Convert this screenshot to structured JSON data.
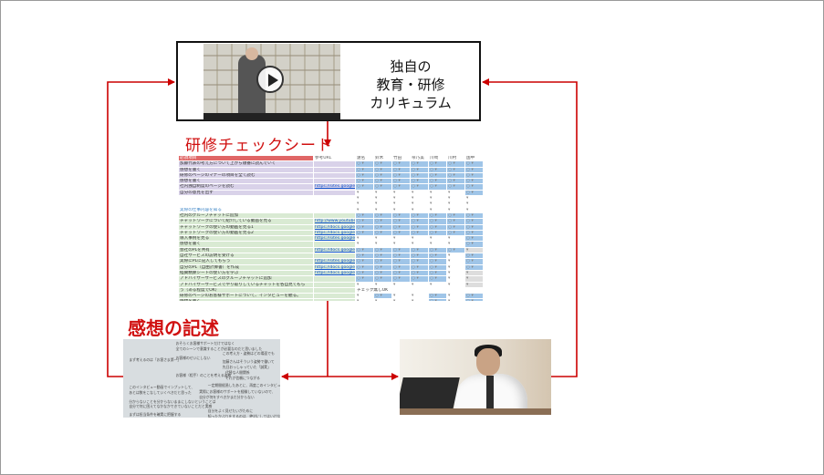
{
  "top_box": {
    "title_lines": [
      "独自の",
      "教育・研修",
      "カリキュラム"
    ],
    "video_icon": "play-icon"
  },
  "sheet": {
    "label": "研修チェックシート",
    "headers": [
      "必須項目",
      "参考URL",
      "遠名",
      "鈴木",
      "竹田",
      "琴乃美",
      "川崎",
      "川村",
      "国中"
    ],
    "rows": [
      {
        "item": "加藤代表の考え方について上から順番に読んでいく",
        "url": "",
        "cat": "p",
        "marks": "bbbbbbb"
      },
      {
        "item": "感想を書く",
        "url": "",
        "cat": "p",
        "marks": "bbbbbbb"
      },
      {
        "item": "研修のページのマナーの項目を全て読む",
        "url": "",
        "cat": "p",
        "marks": "bbbbbbb"
      },
      {
        "item": "感想を書く",
        "url": "",
        "cat": "p",
        "marks": "bbbbbbb"
      },
      {
        "item": "社内独自制度のページを読む",
        "url": "https://sites.google.c",
        "cat": "p",
        "marks": "bbbbbbb"
      },
      {
        "item": "自分の意見を出す",
        "url": "",
        "cat": "p",
        "marks": "wwwwwwb"
      },
      {
        "item": "",
        "url": "",
        "cat": "w",
        "marks": "wwwwwww"
      },
      {
        "item": "",
        "url": "",
        "cat": "w",
        "marks": "wwwwwww"
      },
      {
        "item": "実際の仕事内容を知る",
        "url": "",
        "cat": "w",
        "marks": "wwwwwww"
      },
      {
        "item": "社内のグループチャットに追加",
        "url": "",
        "cat": "g",
        "marks": "bbbbbbb"
      },
      {
        "item": "チャットワークについて紹介している動画を見る",
        "url": "http://www.youtube.c",
        "cat": "g",
        "marks": "bbbbbbb"
      },
      {
        "item": "チャットワークの使い方の動画を見る1",
        "url": "https://docs.google.c",
        "cat": "g",
        "marks": "bbbbbbb"
      },
      {
        "item": "チャットワークの使い方の動画を見る2",
        "url": "https://docs.google.c",
        "cat": "g",
        "marks": "bbbbbbb"
      },
      {
        "item": "導入事例を見る",
        "url": "https://sites.google.c",
        "cat": "g",
        "marks": "wwwwwwb"
      },
      {
        "item": "感想を書く",
        "url": "",
        "cat": "g",
        "marks": "wwwwwwb"
      },
      {
        "item": "会社のPLを共有",
        "url": "https://docs.google.c",
        "cat": "g",
        "marks": "bbbbbbx"
      },
      {
        "item": "自社サービスの説明を受ける",
        "url": "",
        "cat": "g",
        "marks": "bbbbbwb"
      },
      {
        "item": "実際にPLに記入してもらう",
        "url": "https://sites.google.c",
        "cat": "g",
        "marks": "bbbbbwb"
      },
      {
        "item": "自分のPL（自由計算書）を作成",
        "url": "https://docs.google.c",
        "cat": "g",
        "marks": "bbbbbwb"
      },
      {
        "item": "経費精算シートの使い方を学ぶ",
        "url": "https://docs.google.c",
        "cat": "g",
        "marks": "bbbbbwx"
      },
      {
        "item": "アドバイザーサービスのグループチャットに追加",
        "url": "",
        "cat": "g",
        "marks": "bbbbbwx"
      },
      {
        "item": "アドバイザーサービスでやり取りしているチャットを各自見てもら",
        "url": "",
        "cat": "g",
        "marks": "wwwwwwx"
      },
      {
        "item": "う（ある程度でOK）",
        "url": "",
        "cat": "g",
        "marks": "wwwwwwx",
        "note": "チェック無しOK"
      },
      {
        "item": "研修のページのお客様サポートについて、インタビューを観る。",
        "url": "",
        "cat": "g",
        "marks": "wbwwbwb"
      },
      {
        "item": "感想を書く",
        "url": "",
        "cat": "g",
        "marks": "wwwwbwb"
      }
    ]
  },
  "mindmap": {
    "label": "感想の記述",
    "nodes": [
      "まず考えるのは「お客さま第一」",
      "おそらくお客様サポートだけではなく",
      "全てのシーンで意識することが必要なのだと思いました",
      "お客様のせいにしない",
      "この考え方・姿勢はどの場面でも",
      "加藤さんはそういう姿勢で働いて",
      "先日おっしゃっていた「誠実」",
      "お客様（相手）のことを考える姿勢",
      "代替な人間関係",
      "それが信頼につながる",
      "このインタビュー動画でインプットして、",
      "あとは数をこなしていくべきだと思った",
      "一定期間経過したあとに、再度このインタビュー",
      "実際にお客様のサポートを経験していないので、",
      "自分が何をすべきかまだ分からない",
      "分からないことを分からないままにしないということは",
      "自分で何に困えてなかなかできていないことだと実感",
      "まずは担当条件を確実に把握する",
      "自分をよく見せたいがために",
      "知ったかぶりをするのは、絶対にしてはいけない"
    ]
  },
  "colors": {
    "arrow": "#cc0000",
    "label_red": "#d01010",
    "header_red": "#e06666",
    "purple": "#d9d2e9",
    "green": "#d9ead3",
    "blue": "#9fc5e8"
  }
}
